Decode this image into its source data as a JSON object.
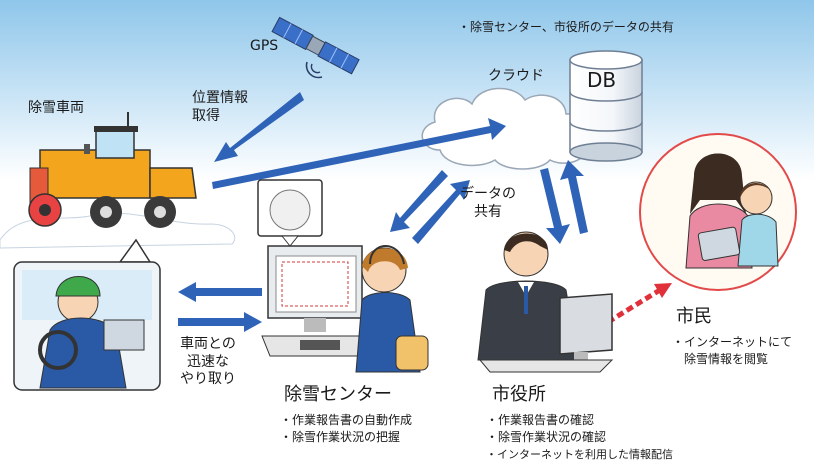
{
  "header_note": "・除雪センター、市役所のデータの共有",
  "gps_label": "GPS",
  "position_info": [
    "位置情報",
    "取得"
  ],
  "cloud_label": "クラウド",
  "db_label": "DB",
  "vehicle_label": "除雪車両",
  "data_share": [
    "データの",
    "共有"
  ],
  "vehicle_comm": [
    "車両との",
    "迅速な",
    "やり取り"
  ],
  "center": {
    "title": "除雪センター",
    "bullets": [
      "・作業報告書の自動作成",
      "・除雪作業状況の把握"
    ]
  },
  "city_hall": {
    "title": "市役所",
    "bullets": [
      "・作業報告書の確認",
      "・除雪作業状況の確認",
      "・インターネットを利用した情報配信"
    ]
  },
  "citizen": {
    "title": "市民",
    "bullets": [
      "・インターネットにて",
      "除雪情報を閲覧"
    ]
  },
  "colors": {
    "sky_top": "#8fc6ea",
    "arrow_blue": "#2f63b8",
    "arrow_red": "#e0303a",
    "vehicle_orange": "#f2a51d",
    "circle_red": "#e24a4a"
  }
}
